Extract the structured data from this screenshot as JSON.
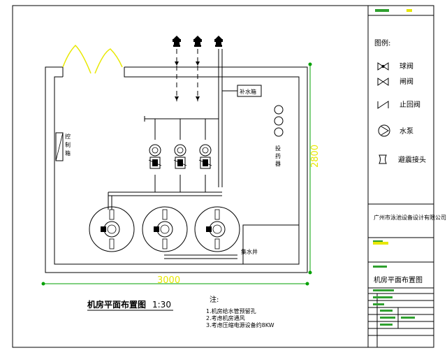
{
  "drawing": {
    "title": "机房平面布置图",
    "scale": "1:30",
    "dim_width": "3000",
    "dim_height": "2800",
    "labels": {
      "control_cabinet": [
        "控",
        "制",
        "箱"
      ],
      "refill_tank": "补水箱",
      "dosing_tank": [
        "投",
        "药",
        "器"
      ],
      "sump": "集水井"
    },
    "notes": {
      "heading": "注:",
      "items": [
        "1.机房给水管预留孔",
        "2.考虑机房通风",
        "3.考虑压缩电源设备约8KW"
      ]
    }
  },
  "legend": {
    "title": "图例:",
    "items": [
      {
        "label": "球阀",
        "icon": "ball-valve-icon"
      },
      {
        "label": "闸阀",
        "icon": "gate-valve-icon"
      },
      {
        "label": "止回阀",
        "icon": "check-valve-icon"
      },
      {
        "label": "水泵",
        "icon": "pump-icon"
      },
      {
        "label": "避震接头",
        "icon": "flex-joint-icon"
      }
    ]
  },
  "title_block": {
    "company": "广州市泳池设备设计有限公司",
    "drawing_name": "机房平面布置图"
  },
  "colors": {
    "line": "#000000",
    "dimension": "#00a000",
    "highlight": "#e8e800",
    "tag": "#2fa02f"
  }
}
